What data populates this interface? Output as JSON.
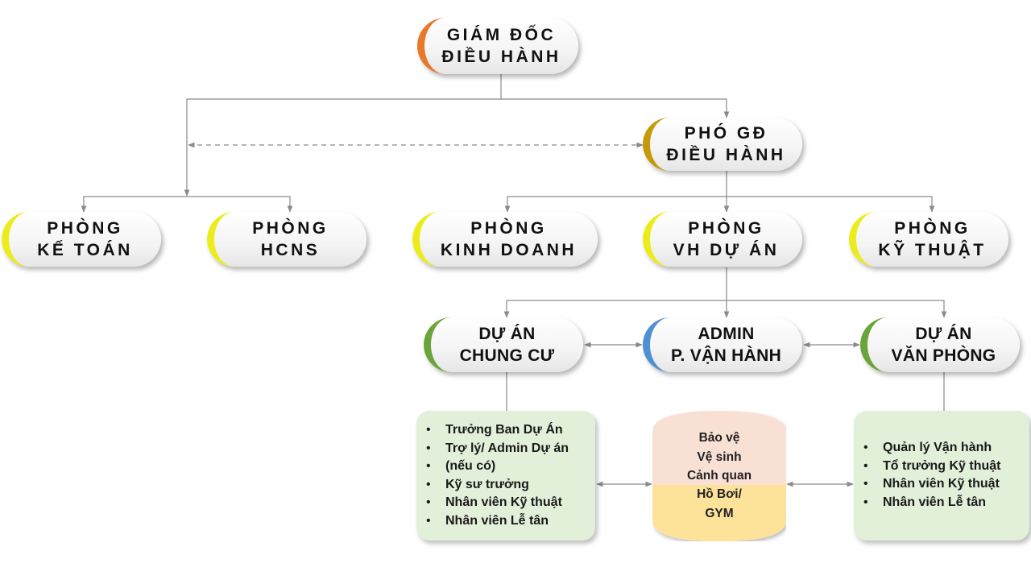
{
  "org": {
    "director": {
      "line1": "GIÁM ĐỐC",
      "line2": "ĐIỀU HÀNH"
    },
    "deputy": {
      "line1": "PHÓ GĐ",
      "line2": "ĐIỀU HÀNH"
    },
    "dept_accounting": {
      "line1": "PHÒNG",
      "line2": "KẾ TOÁN"
    },
    "dept_hcns": {
      "line1": "PHÒNG",
      "line2": "HCNS"
    },
    "dept_business": {
      "line1": "PHÒNG",
      "line2": "KINH DOANH"
    },
    "dept_operations": {
      "line1": "PHÒNG",
      "line2": "VH DỰ ÁN"
    },
    "dept_technical": {
      "line1": "PHÒNG",
      "line2": "KỸ THUẬT"
    },
    "project_apartment": {
      "line1": "DỰ ÁN",
      "line2": "CHUNG CƯ"
    },
    "admin_ops": {
      "line1": "ADMIN",
      "line2": "P. VẬN HÀNH"
    },
    "project_office": {
      "line1": "DỰ ÁN",
      "line2": "VĂN PHÒNG"
    }
  },
  "apartment_staff": [
    "Trưởng Ban Dự Án",
    "Trợ lý/ Admin Dự án",
    "(nếu có)",
    "Kỹ sư trưởng",
    "Nhân viên Kỹ thuật",
    "Nhân viên Lễ tân"
  ],
  "office_staff": [
    "Quản lý Vận hành",
    "Tổ trưởng Kỹ thuật",
    "Nhân viên Kỹ thuật",
    "Nhân viên Lễ tân"
  ],
  "services": {
    "top_items": [
      "Bảo vệ",
      "Vệ sinh",
      "Cảnh quan"
    ],
    "bottom_items": [
      "Hồ Bơi/",
      "GYM"
    ]
  },
  "colors": {
    "orange": "#e8782a",
    "gold": "#c49a0c",
    "yellow": "#ecec1c",
    "green": "#6aa43a",
    "blue": "#4f90d0",
    "list_bg": "#e2efd9",
    "cyl_top": "#f9e0d4",
    "cyl_bottom": "#fde39a",
    "connector": "#8a8a8a"
  }
}
